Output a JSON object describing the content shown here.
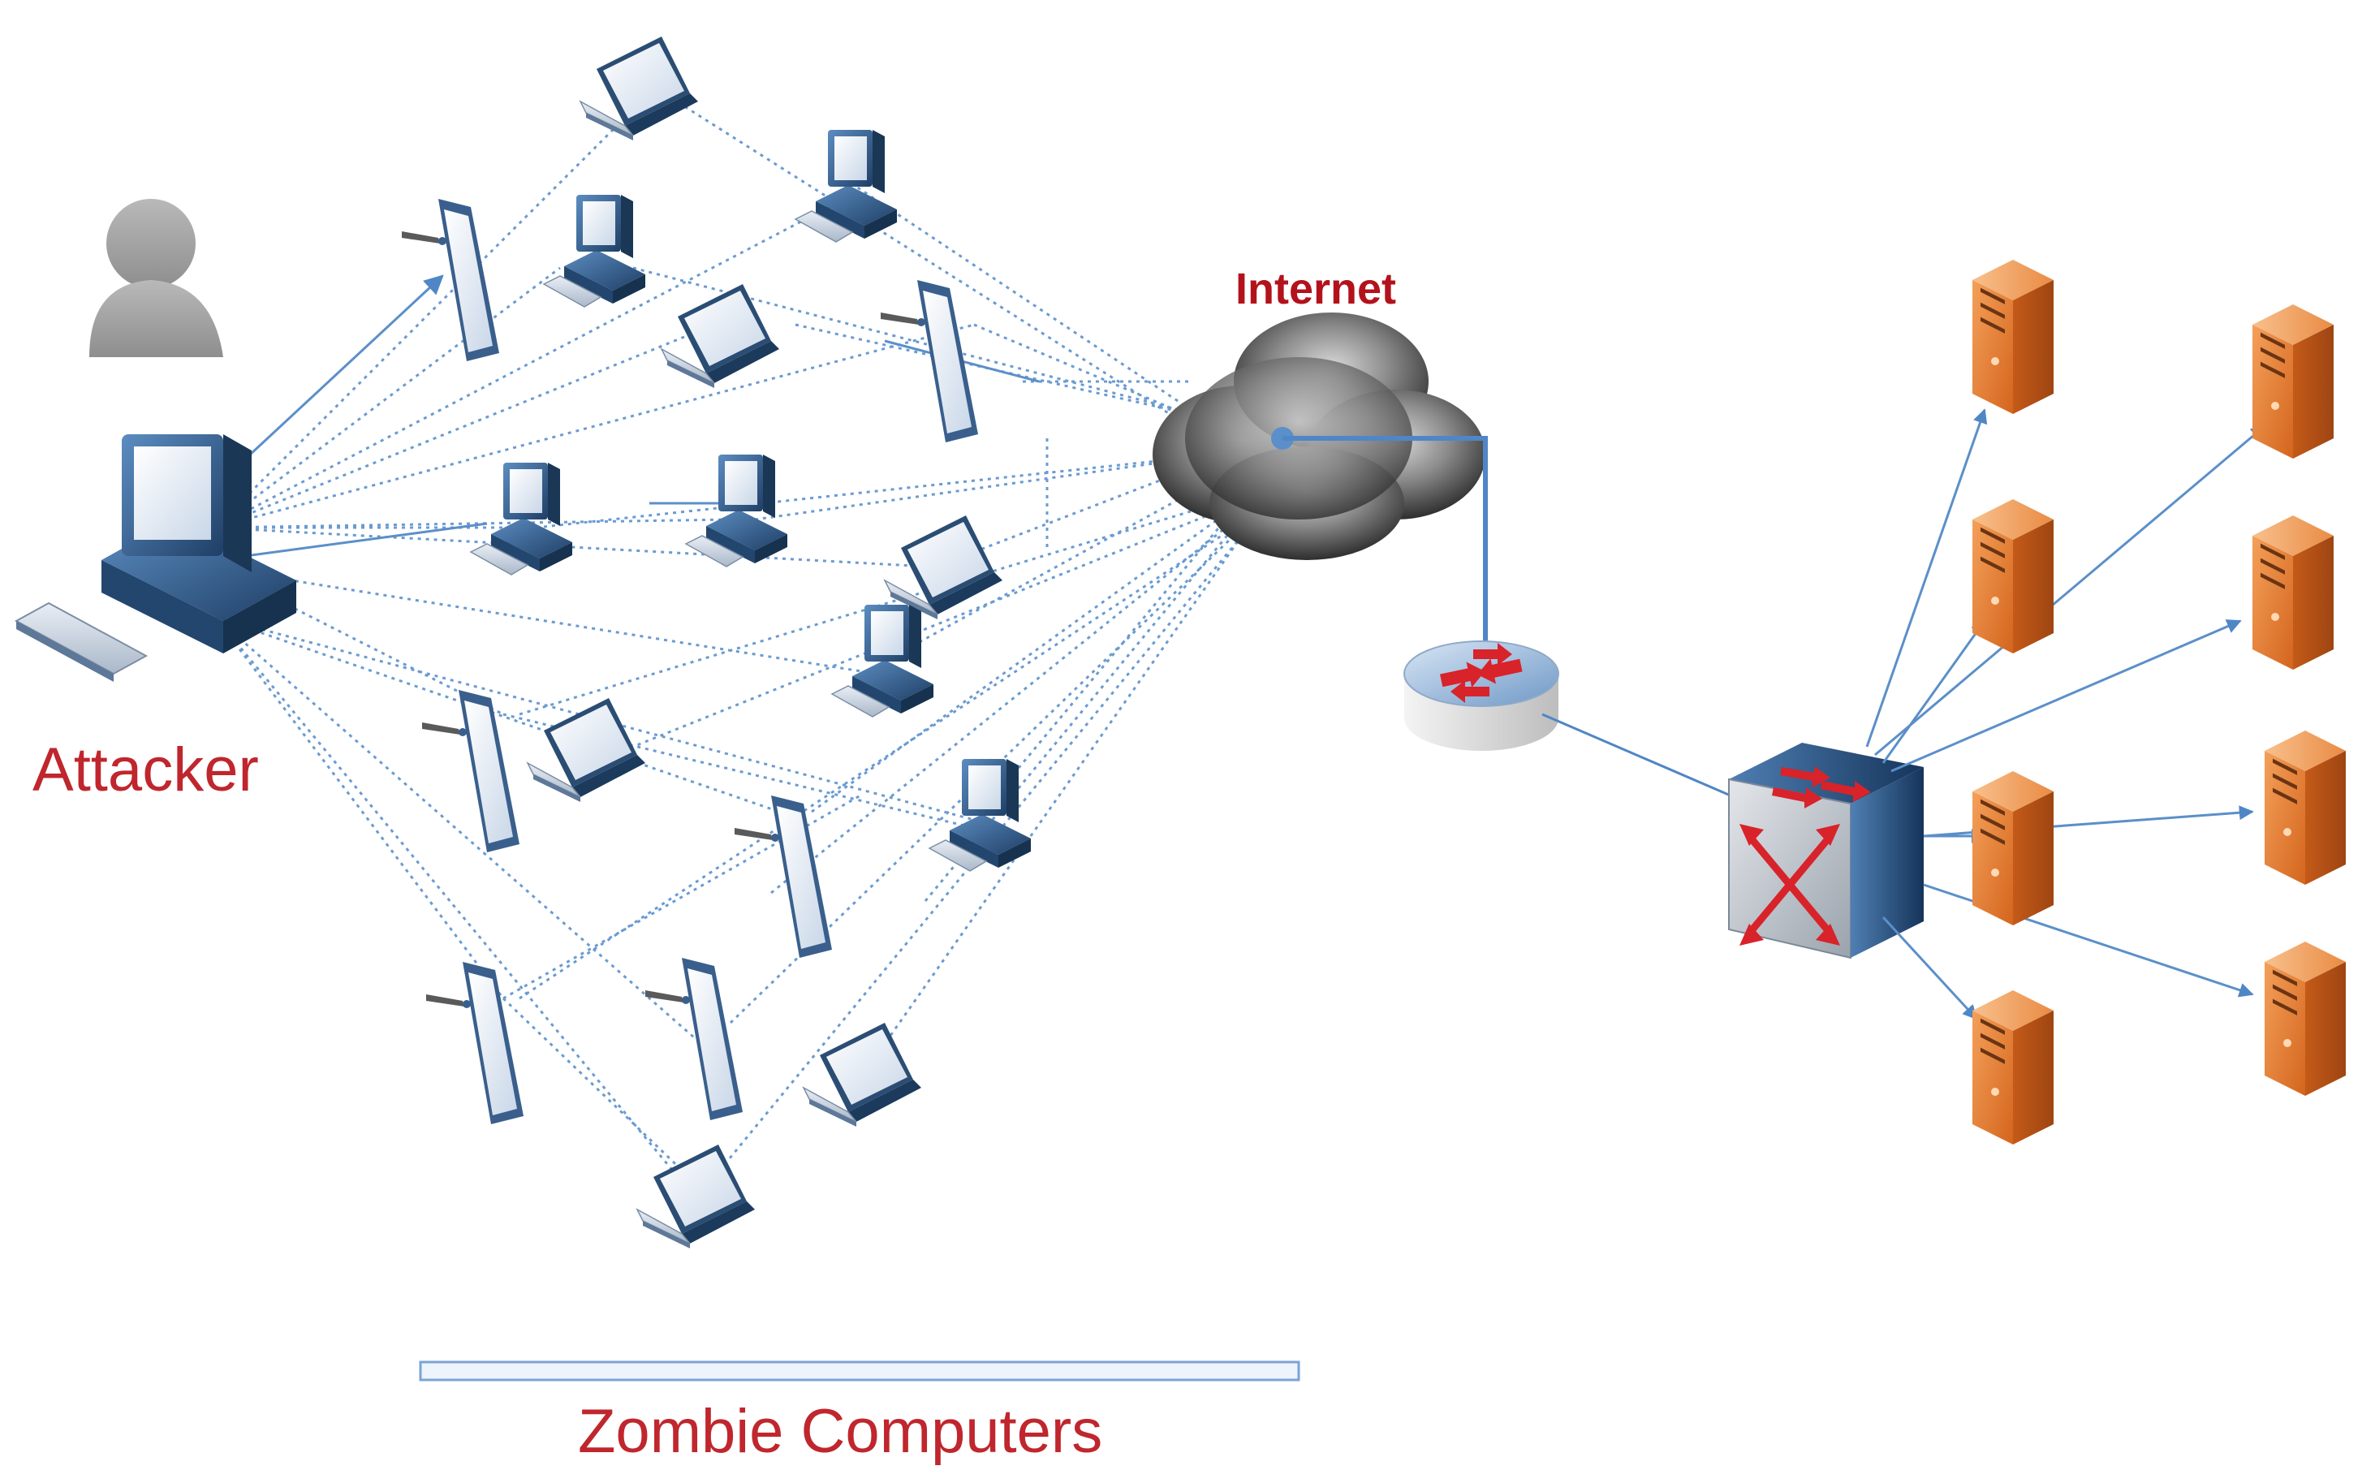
{
  "labels": {
    "attacker": "Attacker",
    "internet": "Internet",
    "zombies": "Zombie Computers"
  },
  "icons": {
    "person": "person-silhouette-icon",
    "attacker_pc": "desktop-computer-icon",
    "desktop": "desktop-computer-icon",
    "laptop": "laptop-icon",
    "tablet": "tablet-with-stylus-icon",
    "cloud": "cloud-icon",
    "router": "router-icon",
    "switch": "network-switch-icon",
    "server": "server-tower-icon"
  },
  "colors": {
    "label_red": "#c0262d",
    "internet_red": "#b3121c",
    "link_blue": "#5b8fc9",
    "device_blue": "#2f5f8f",
    "server_orange": "#e57a2d",
    "router_red": "#d8232a"
  }
}
